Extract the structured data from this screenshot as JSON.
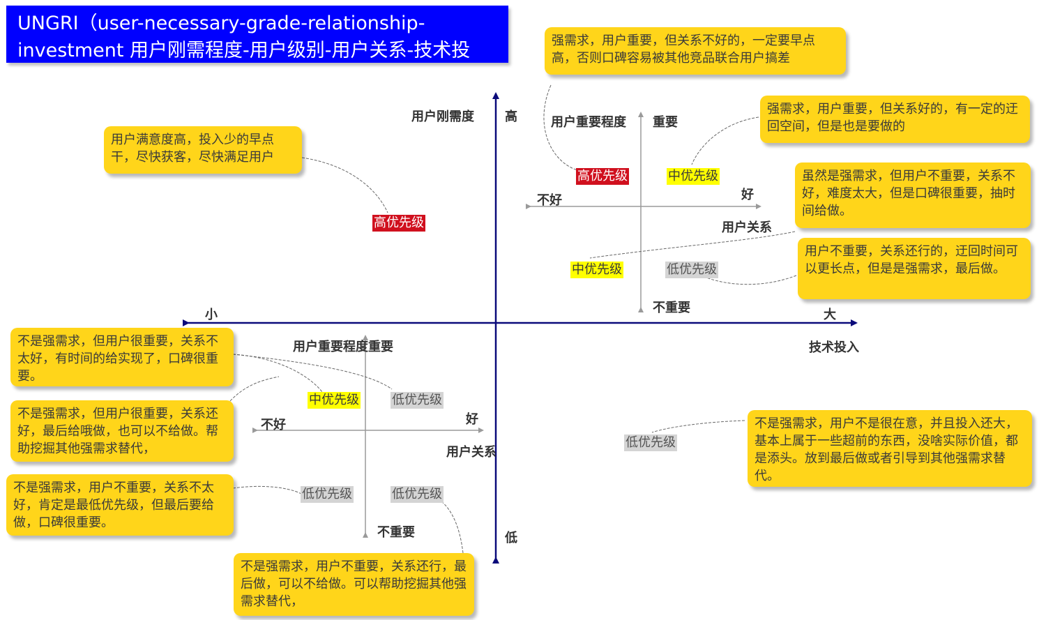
{
  "title": "UNGRI（user-necessary-grade-relationship-investment 用户刚需程度-用户级别-用户关系-技术投入） 需求排序模型",
  "colors": {
    "title_bg": "#0000ff",
    "callout_bg": "#ffd51a",
    "high_priority": "#d0101e",
    "mid_priority": "#ffff00",
    "low_priority": "#d4d4d4",
    "main_axis": "#0a0a7a",
    "sub_axis": "#9a9a9a"
  },
  "main_axes": {
    "y_label": "用户刚需度",
    "y_high": "高",
    "y_low": "低",
    "x_label": "技术投入",
    "x_small": "小",
    "x_large": "大"
  },
  "sub_axes_top_right": {
    "y_label": "用户重要程度",
    "y_top": "重要",
    "y_bottom": "不重要",
    "x_label": "用户关系",
    "x_left": "不好",
    "x_right": "好"
  },
  "sub_axes_bottom_left": {
    "y_label": "用户重要程度重要",
    "y_bottom": "不重要",
    "x_label": "用户关系",
    "x_left": "不好",
    "x_right": "好"
  },
  "tags": {
    "tl_high": "高优先级",
    "tr_high": "高优先级",
    "tr_mid_top": "中优先级",
    "tr_mid_bottom": "中优先级",
    "tr_low": "低优先级",
    "bl_mid": "中优先级",
    "bl_low_top": "低优先级",
    "bl_low_left": "低优先级",
    "bl_low_right": "低优先级",
    "br_low": "低优先级"
  },
  "callouts": {
    "tl": "用户满意度高，投入少的早点干，尽快获客，尽快满足用户",
    "tr_1": "强需求，用户重要，但关系不好的，一定要早点高，否则口碑容易被其他竞品联合用户搞差",
    "tr_2": "强需求，用户重要，但关系好的，有一定的迂回空间，但是也是要做的",
    "tr_3": "虽然是强需求，但用户不重要，关系不好，难度太大，但是口碑很重要，抽时间给做。",
    "tr_4": "用户不重要，关系还行的，迂回时间可以更长点，但是是强需求，最后做。",
    "bl_1": "不是强需求，但用户很重要，关系不太好，有时间的给实现了，口碑很重要。",
    "bl_2": "不是强需求，但用户很重要，关系还好，最后给哦做，也可以不给做。帮助挖掘其他强需求替代，",
    "bl_3": "不是强需求，用户不重要，关系不太好，肯定是最低优先级，但最后要给做，口碑很重要。",
    "bl_4": "不是强需求，用户不重要，关系还行，最后做，可以不给做。可以帮助挖掘其他强需求替代，",
    "br": "不是强需求，用户不是很在意，并且投入还大，基本上属于一些超前的东西，没啥实际价值，都是添头。放到最后做或者引导到其他强需求替代。"
  }
}
